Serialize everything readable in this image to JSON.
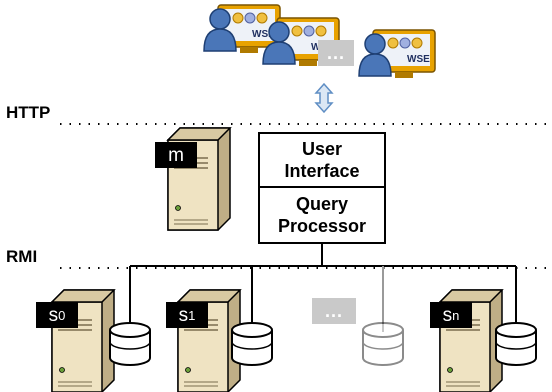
{
  "layers": {
    "http_label": "HTTP",
    "rmi_label": "RMI"
  },
  "master": {
    "tag": "m",
    "ui_box": "User Interface",
    "ui_line1": "User",
    "ui_line2": "Interface",
    "qp_line1": "Query",
    "qp_line2": "Processor"
  },
  "clients": {
    "ellipsis": "...",
    "screen_text": "WSE",
    "count_shown": 3
  },
  "servers": {
    "ellipsis": "...",
    "s0": {
      "name": "s",
      "sub": "0"
    },
    "s1": {
      "name": "s",
      "sub": "1"
    },
    "sn": {
      "name": "s",
      "sub": "n"
    }
  },
  "colors": {
    "monitor_frame": "#e8a200",
    "monitor_screen": "#eef2f8",
    "person": "#4a76b8",
    "person_dark": "#1e3f73",
    "tower": "#efe3c2",
    "tower_dark": "#bfae86",
    "ellipsis_fill": "#c9c9c9",
    "arrow_fill": "#dbe7f4",
    "arrow_stroke": "#5f8ec4"
  }
}
